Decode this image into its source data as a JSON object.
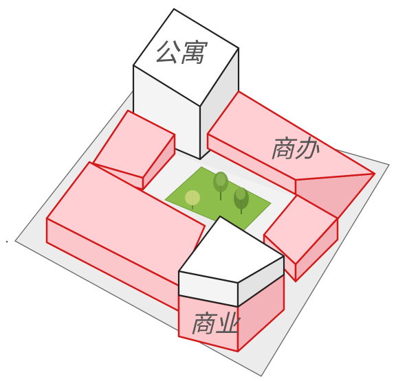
{
  "labels": {
    "apartment": "公寓",
    "office": "商办",
    "commercial": "商业"
  },
  "colors": {
    "ground": "#ececec",
    "ground_stroke": "#666666",
    "pink_top": "#ffcfd3",
    "pink_front": "#fbc7cb",
    "pink_side": "#f3b2b7",
    "pink_outline": "#d31a1a",
    "white_top": "#ffffff",
    "white_left": "#f4f4f4",
    "white_right": "#e3e3e3",
    "lawn": "#8dbd4a",
    "label_text": "#555555"
  }
}
